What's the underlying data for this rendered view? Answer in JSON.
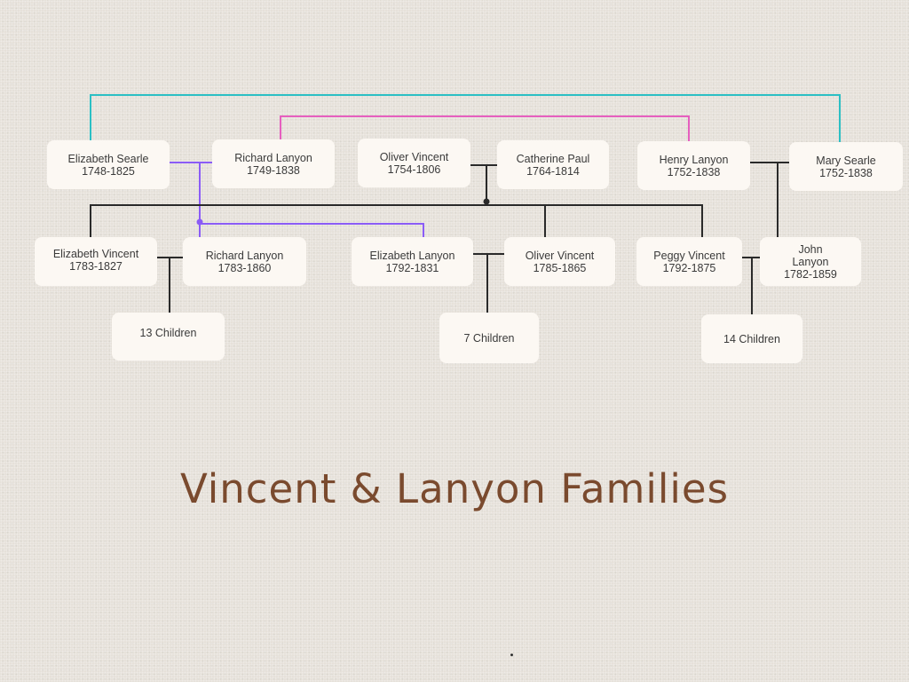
{
  "title": "Vincent & Lanyon Families",
  "colors": {
    "teal": "#2bbfc4",
    "pink": "#e65fbf",
    "purple": "#8b5cf6",
    "line": "#2a2a2a",
    "title": "#7a4a2e"
  },
  "people": {
    "elizabeth_searle": {
      "name": "Elizabeth Searle",
      "years": "1748-1825"
    },
    "richard_lanyon_sr": {
      "name": "Richard Lanyon",
      "years": "1749-1838"
    },
    "oliver_vincent_sr": {
      "name": "Oliver Vincent",
      "years": "1754-1806"
    },
    "catherine_paul": {
      "name": "Catherine Paul",
      "years": "1764-1814"
    },
    "henry_lanyon": {
      "name": "Henry Lanyon",
      "years": "1752-1838"
    },
    "mary_searle": {
      "name": "Mary Searle",
      "years": "1752-1838"
    },
    "elizabeth_vincent": {
      "name": "Elizabeth Vincent",
      "years": "1783-1827"
    },
    "richard_lanyon_jr": {
      "name": "Richard Lanyon",
      "years": "1783-1860"
    },
    "elizabeth_lanyon": {
      "name": "Elizabeth Lanyon",
      "years": "1792-1831"
    },
    "oliver_vincent_jr": {
      "name": "Oliver Vincent",
      "years": "1785-1865"
    },
    "peggy_vincent": {
      "name": "Peggy Vincent",
      "years": "1792-1875"
    },
    "john_lanyon": {
      "name_first": "John",
      "name_last": "Lanyon",
      "years": "1782-1859"
    }
  },
  "children": {
    "a": "13 Children",
    "b": "7 Children",
    "c": "14 Children"
  }
}
